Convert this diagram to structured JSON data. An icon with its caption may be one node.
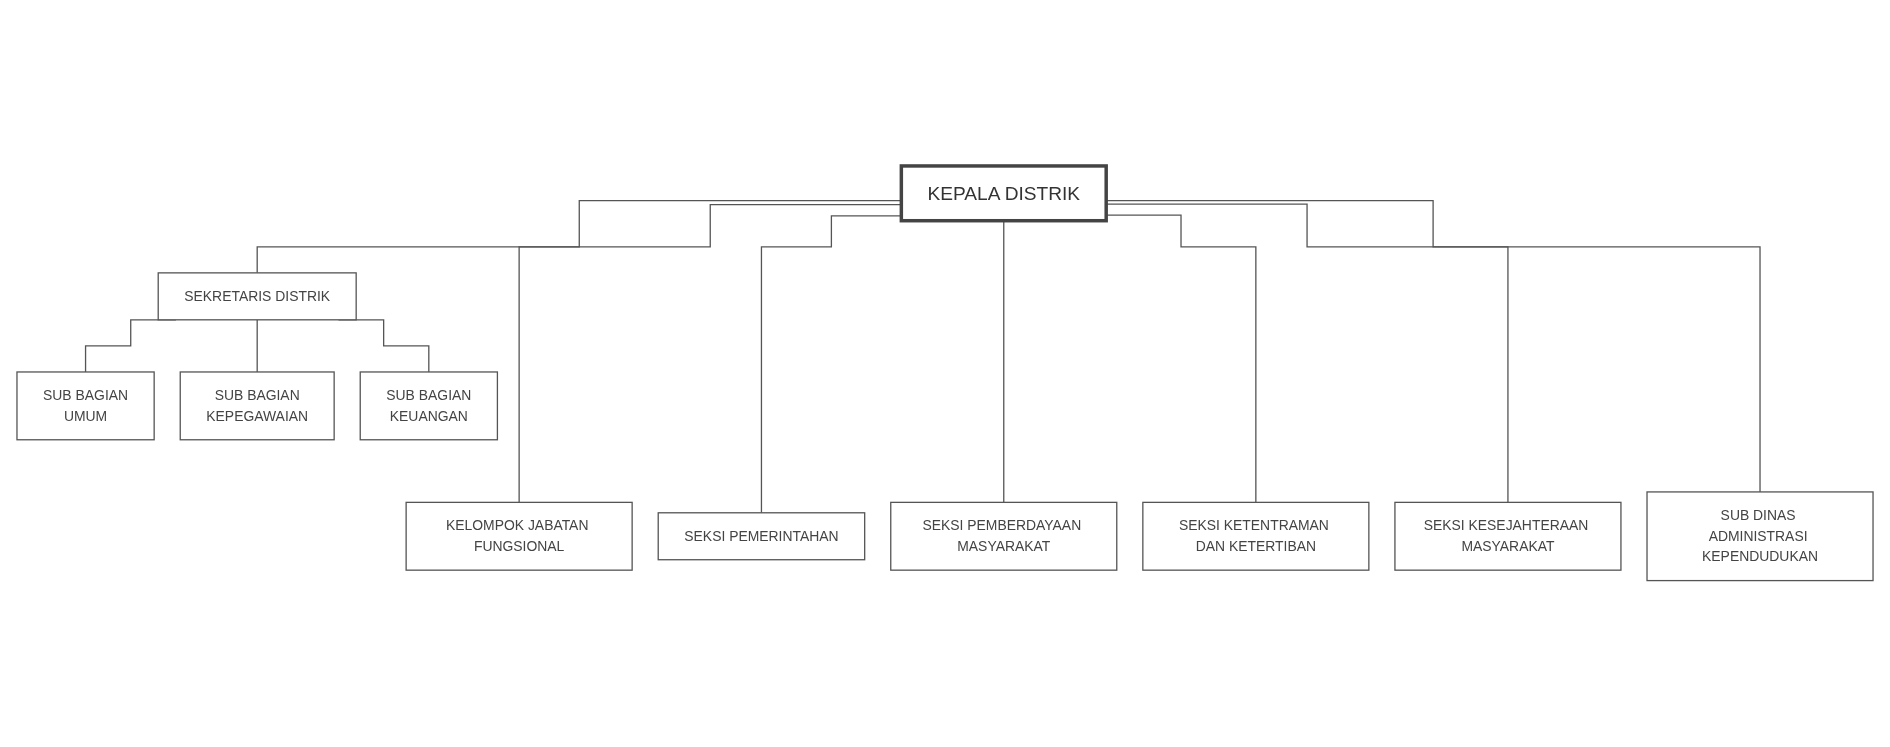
{
  "diagram": {
    "nodes": [
      {
        "text": [
          "KEPALA DISTRIK"
        ]
      },
      {
        "text": [
          "SEKRETARIS DISTRIK"
        ]
      },
      {
        "text": [
          "SUB BAGIAN",
          "UMUM"
        ]
      },
      {
        "text": [
          "SUB BAGIAN",
          "KEPEGAWAIAN"
        ]
      },
      {
        "text": [
          "SUB BAGIAN",
          "KEUANGAN"
        ]
      },
      {
        "text": [
          "KELOMPOK JABATAN FUNGSIONAL"
        ]
      },
      {
        "text": [
          "SEKSI PEMERINTAHAN"
        ]
      },
      {
        "text": [
          "SEKSI PEMBERDAYAAN MASYARAKAT"
        ]
      },
      {
        "text": [
          "SEKSI KETENTRAMAN DAN KETERTIBAN"
        ]
      },
      {
        "text": [
          "SEKSI KESEJAHTERAAN MASYARAKAT"
        ]
      },
      {
        "text": [
          "SUB DINAS ADMINISTRASI KEPENDUDUKAN"
        ]
      }
    ],
    "edges": [
      {
        "from": 0,
        "to": 1,
        "arrow": "none"
      },
      {
        "from": 1,
        "to": 2,
        "arrow": "none"
      },
      {
        "from": 1,
        "to": 3,
        "arrow": "none"
      },
      {
        "from": 1,
        "to": 4,
        "arrow": "none"
      },
      {
        "from": 0,
        "to": 5,
        "arrow": "none"
      },
      {
        "from": 0,
        "to": 6,
        "arrow": "none"
      },
      {
        "from": 0,
        "to": 7,
        "arrow": "none"
      },
      {
        "from": 0,
        "to": 8,
        "arrow": "none"
      },
      {
        "from": 0,
        "to": 9,
        "arrow": "none"
      },
      {
        "from": 0,
        "to": 10,
        "arrow": "none"
      }
    ]
  }
}
